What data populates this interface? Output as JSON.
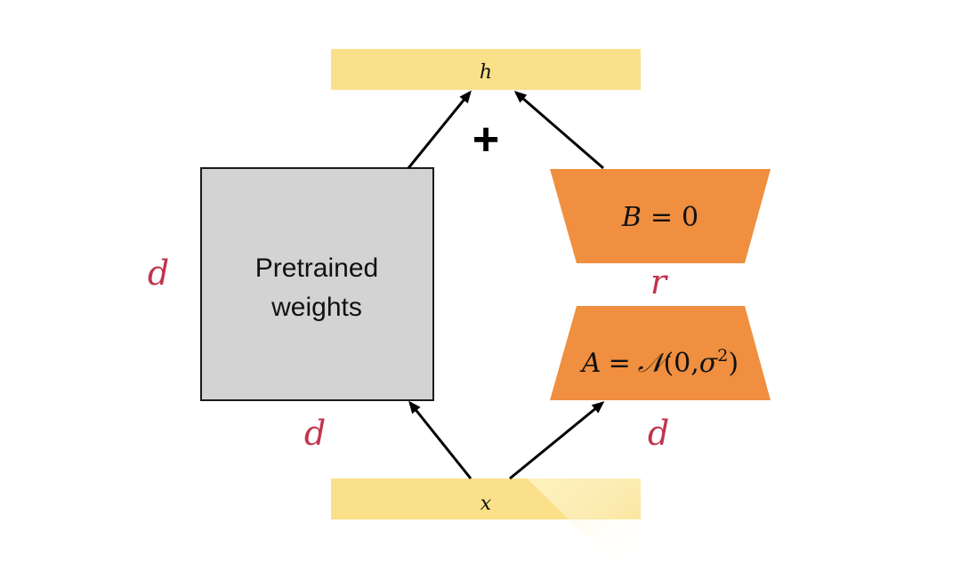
{
  "top_bar": {
    "label": "h"
  },
  "bottom_bar": {
    "label": "x"
  },
  "plus_sign": "+",
  "pretrained_block": {
    "label_line1": "Pretrained",
    "label_line2": "weights"
  },
  "dim_left": "d",
  "dim_bottom_left": "d",
  "dim_bottom_right": "d",
  "rank_label": "r",
  "matrix_b": {
    "name": "B",
    "equals": "=",
    "value": "0"
  },
  "matrix_a": {
    "name": "A",
    "equals": "=",
    "dist": "𝒩",
    "open": "(0,",
    "sigma": "σ",
    "exp": "2",
    "close": ")"
  },
  "colors": {
    "bar_fill": "#f9e089",
    "block_fill": "#d3d3d3",
    "block_stroke": "#1a1a1a",
    "adapter_fill": "#ef8f3f",
    "dim_label": "#c2344c",
    "arrow": "#000000"
  }
}
